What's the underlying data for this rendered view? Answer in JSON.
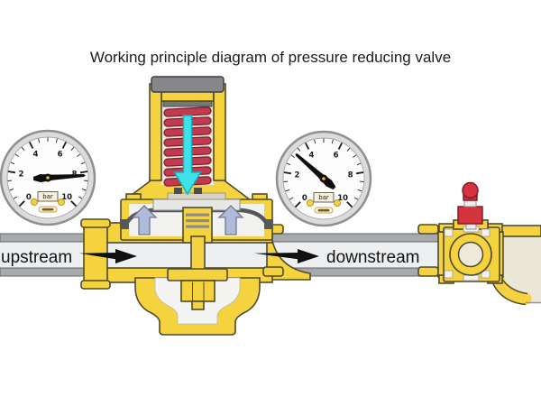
{
  "title": "Working principle diagram of pressure reducing valve",
  "labels": {
    "upstream": "upstream",
    "downstream": "downstream"
  },
  "gauges": [
    {
      "id": "upstream-gauge",
      "position": "upstream",
      "unit": "bar",
      "min": 0,
      "max": 10,
      "dial_labels": [
        "0",
        "2",
        "4",
        "6",
        "8",
        "10"
      ],
      "value": 8.2
    },
    {
      "id": "downstream-gauge",
      "position": "downstream",
      "unit": "bar",
      "min": 0,
      "max": 10,
      "dial_labels": [
        "0",
        "2",
        "4",
        "6",
        "8",
        "10"
      ],
      "value": 3.2
    }
  ],
  "icons": {
    "flow_arrows": "black-right-arrow",
    "spring_force_arrow": "cyan-down-arrow",
    "inlet_pressure_arrows": "blue-up-arrows",
    "shutoff_handle": "red-ball-valve-handle"
  },
  "colors": {
    "brass_yellow": "#F5D33F",
    "outline": "#4F4A2E",
    "spring_red": "#C13A4E",
    "cyan_arrow": "#3FE2E8",
    "pressure_arrow_blue": "#AEBBDA",
    "pipe_wall_gray": "#A6AAAD",
    "pipe_interior": "#EDEFF1",
    "bonnet_cap_gray": "#85878A",
    "handle_red": "#D4343F",
    "elbow_interior": "#EAE6D8",
    "flow_arrow_black": "#111111"
  }
}
